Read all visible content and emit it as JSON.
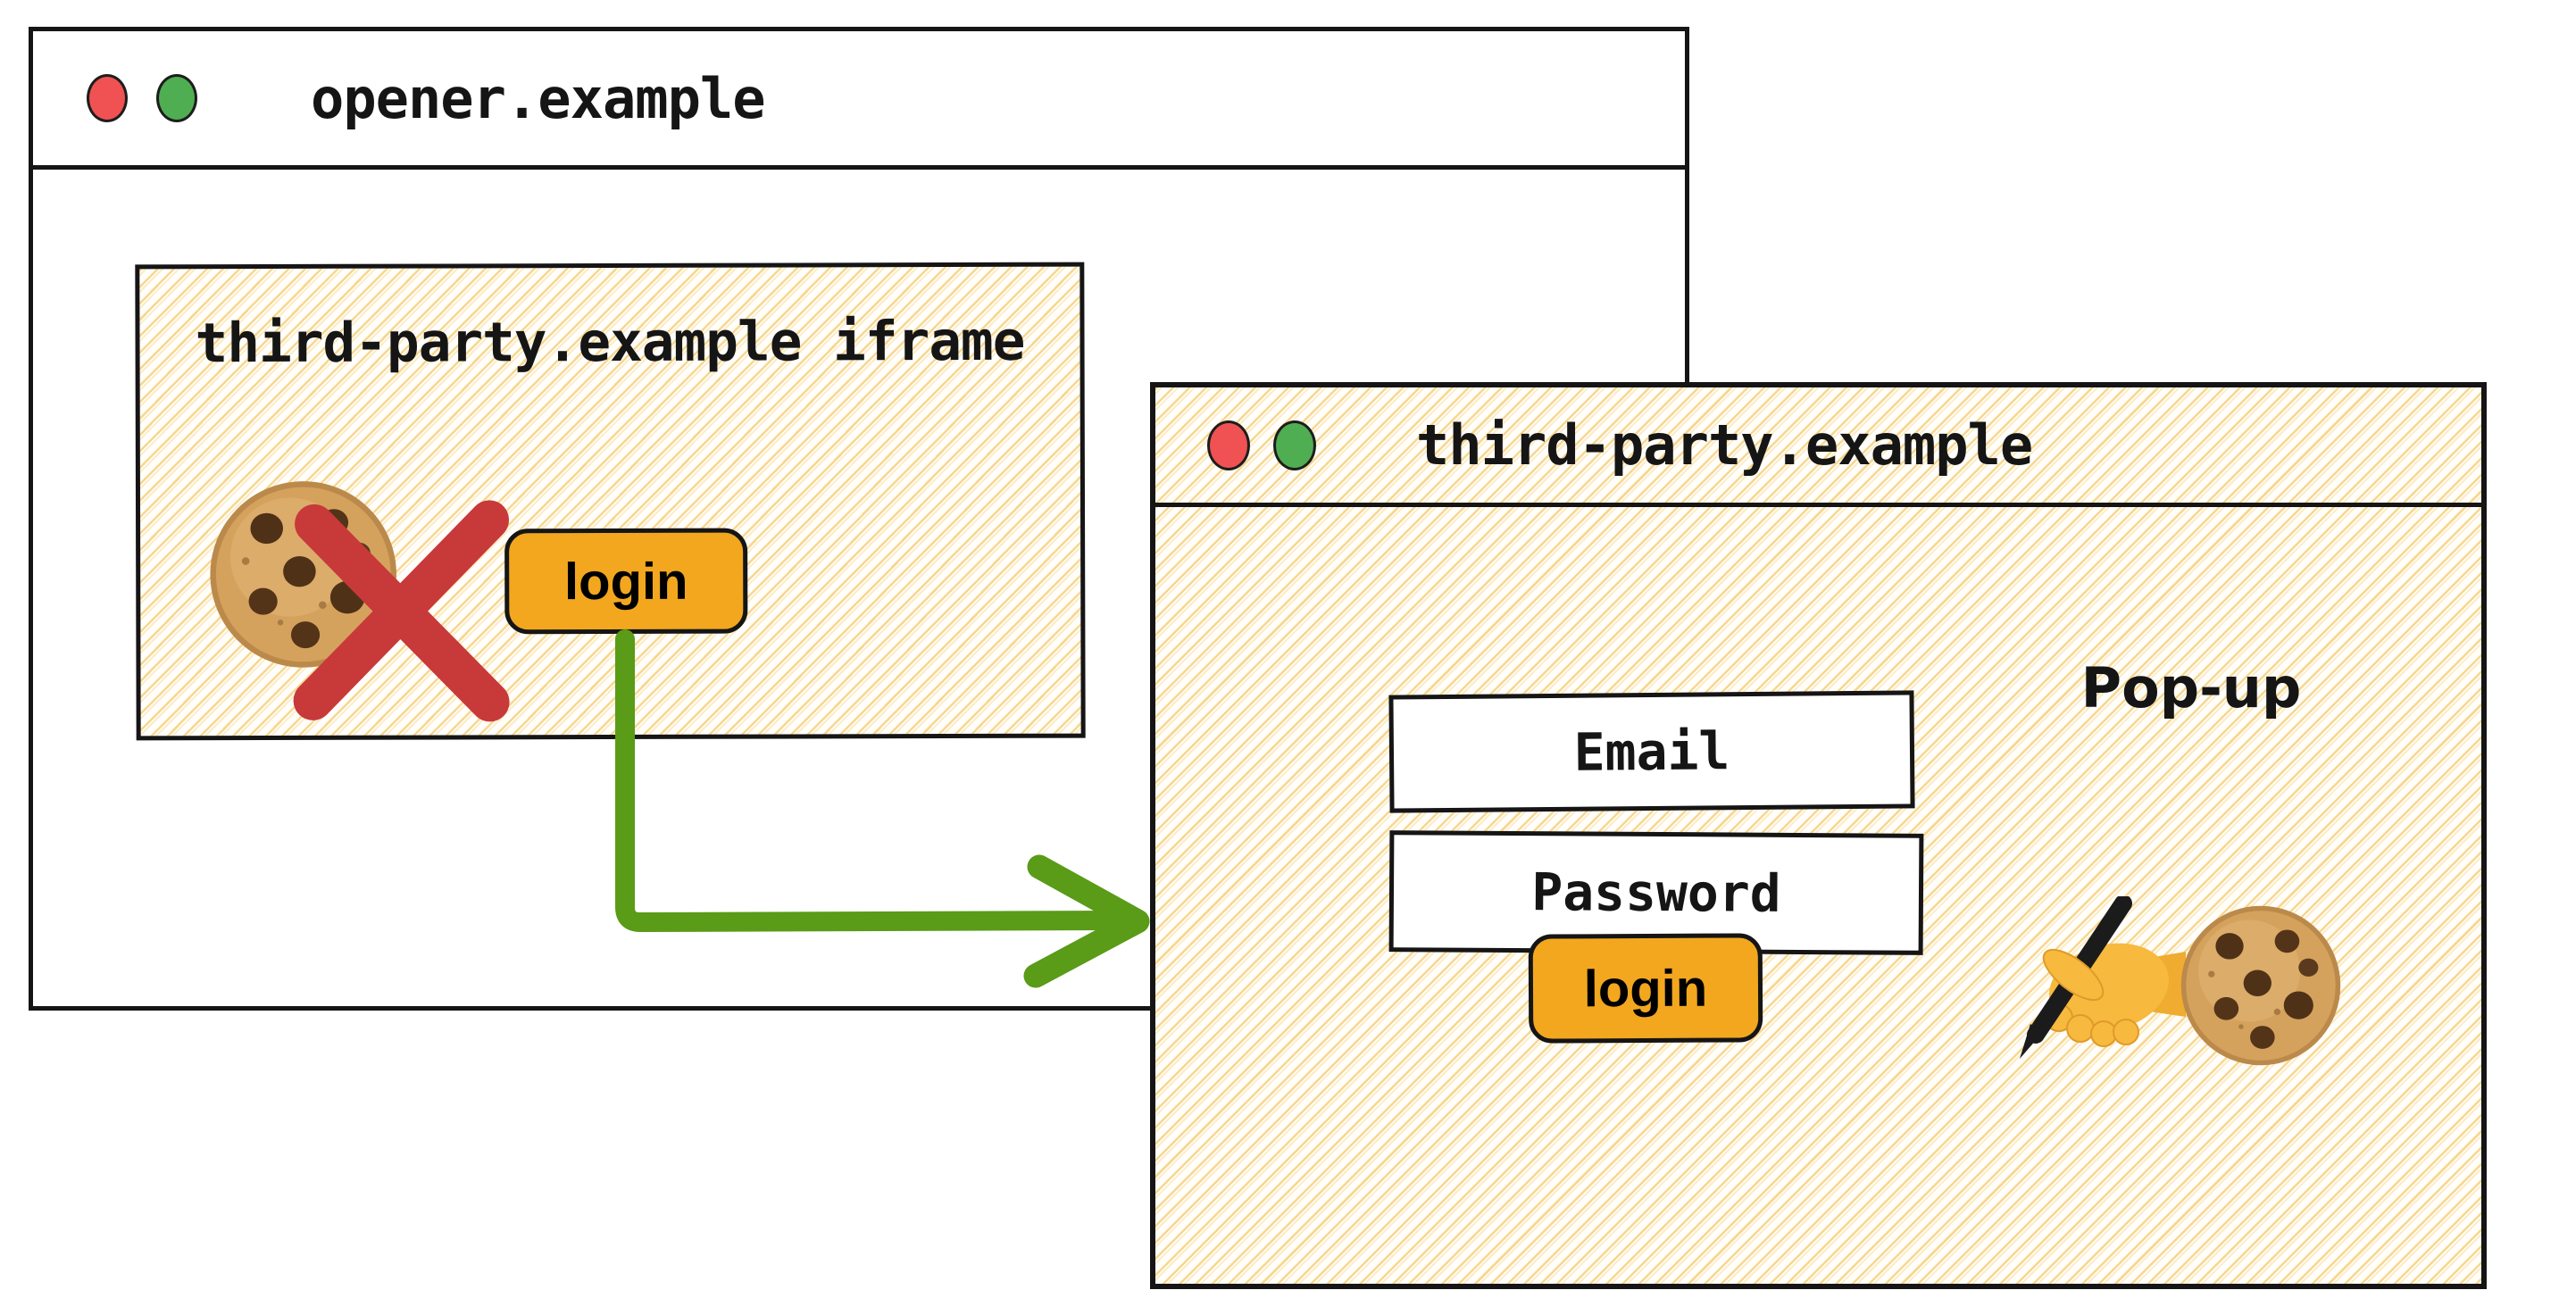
{
  "opener_window": {
    "title": "opener.example",
    "traffic_lights": [
      "red-light",
      "green-light"
    ],
    "iframe": {
      "title": "third-party.example iframe",
      "login_button_label": "login",
      "icons": [
        "cookie-icon",
        "blocked-x-icon"
      ]
    }
  },
  "popup_window": {
    "title": "third-party.example",
    "traffic_lights": [
      "red-light",
      "green-light"
    ],
    "annotation": "Pop-up",
    "fields": [
      {
        "label": "Email"
      },
      {
        "label": "Password"
      }
    ],
    "login_button_label": "login",
    "icons": [
      "writing-hand-icon",
      "cookie-icon"
    ]
  },
  "colors": {
    "button_orange": "#f2a71f",
    "arrow_green": "#5a9b17",
    "blocked_red": "#c8393a",
    "traffic_red": "#f05152",
    "traffic_green": "#4fae52",
    "border_ink": "#151515",
    "hatch_line": "#f7d58a"
  }
}
